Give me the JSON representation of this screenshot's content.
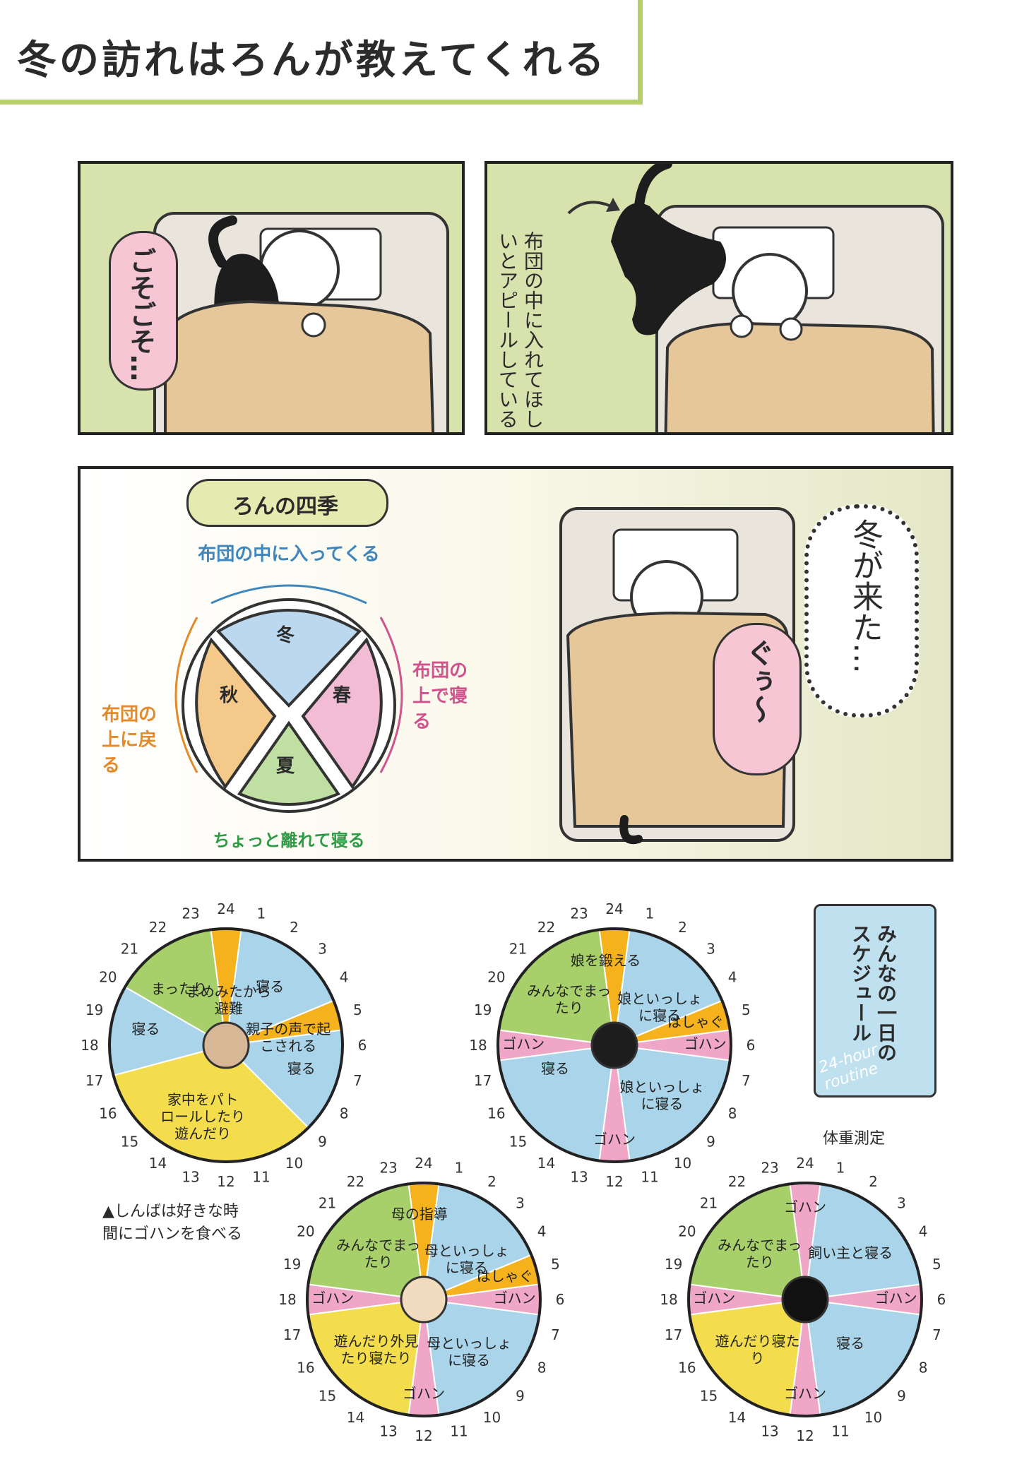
{
  "title": "冬の訪れはろんが教えてくれる",
  "panel1": {
    "sfx": "ごそごそ…"
  },
  "panel2": {
    "caption": "布団の中に入れてほしいとアピールしている"
  },
  "seasons": {
    "heading": "ろんの四季",
    "top": "布団の中に入ってくる",
    "right": "布団の上で寝る",
    "bottom": "ちょっと離れて寝る",
    "left": "布団の上に戻る",
    "winter": "冬",
    "spring": "春",
    "summer": "夏",
    "autumn": "秋",
    "exclaim": "冬が来た…",
    "snore": "ぐぅ～"
  },
  "schedule": {
    "title": "みんなの一日のスケジュール",
    "subtitle": "24-hour routine",
    "hours": [
      "24",
      "1",
      "2",
      "3",
      "4",
      "5",
      "6",
      "7",
      "8",
      "9",
      "10",
      "11",
      "12",
      "13",
      "14",
      "15",
      "16",
      "17",
      "18",
      "19",
      "20",
      "21",
      "22",
      "23"
    ],
    "note": "▲しんばは好きな時間にゴハンを食べる",
    "weight_label": "体重測定",
    "clock1": {
      "labels": [
        "まめみたから避難",
        "寝る",
        "親子の声で起こされる",
        "寝る",
        "家中をパトロールしたり遊んだり",
        "寝る",
        "まったり"
      ]
    },
    "clock2": {
      "labels": [
        "娘を鍛える",
        "娘といっしょに寝る",
        "はしゃぐ",
        "ゴハン",
        "娘といっしょに寝る",
        "ゴハン",
        "寝る",
        "ゴハン",
        "みんなでまったり"
      ]
    },
    "clock3": {
      "labels": [
        "母の指導",
        "母といっしょに寝る",
        "はしゃぐ",
        "ゴハン",
        "母といっしょに寝る",
        "ゴハン",
        "遊んだり外見たり寝たり",
        "ゴハン",
        "みんなでまったり"
      ]
    },
    "clock4": {
      "labels": [
        "ゴハン",
        "飼い主と寝る",
        "ゴハン",
        "寝る",
        "ゴハン",
        "遊んだり寝たり",
        "ゴハン",
        "みんなでまったり"
      ]
    }
  },
  "colors": {
    "accent_green": "#b5cf6a",
    "panel_green": "#d7e2ab",
    "futon": "#e7c99a",
    "blue": "#a9d4e9",
    "yellow": "#f3dd4d",
    "green": "#a8d06a",
    "orange": "#f5b21c",
    "pink": "#f0a6c6",
    "seasonBlue": "#3f86bd",
    "seasonPink": "#d0538d",
    "seasonGreen": "#2e9b46",
    "seasonOrange": "#e38a2b"
  }
}
